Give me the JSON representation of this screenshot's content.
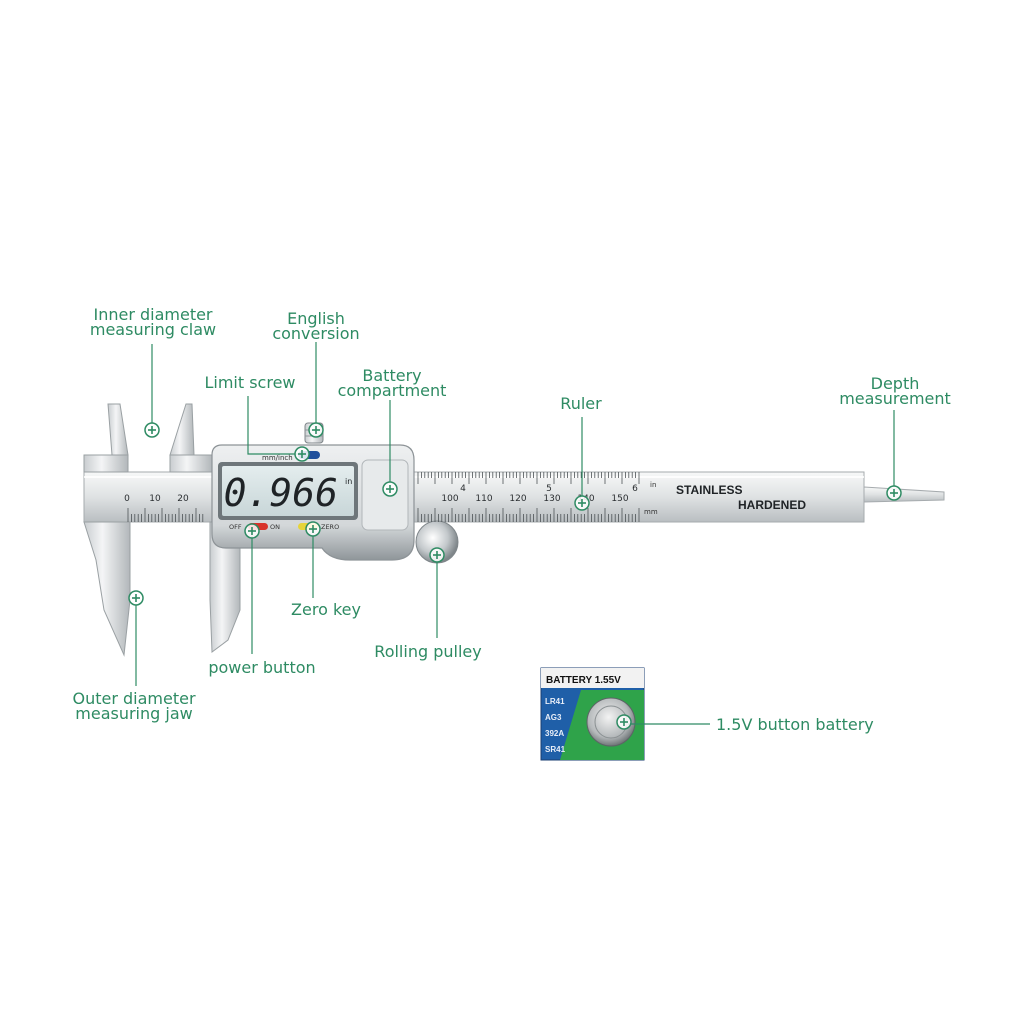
{
  "labels": {
    "inner_claw": [
      "Inner diameter",
      "measuring claw"
    ],
    "english": [
      "English",
      "conversion"
    ],
    "limit_screw": "Limit screw",
    "battery_comp": [
      "Battery",
      "compartment"
    ],
    "ruler": "Ruler",
    "depth": [
      "Depth",
      "measurement"
    ],
    "zero_key": "Zero key",
    "rolling_pulley": "Rolling pulley",
    "power_button": "power button",
    "outer_jaw": [
      "Outer diameter",
      "measuring jaw"
    ],
    "button_battery": "1.5V button battery"
  },
  "caliper": {
    "display_value": "0.966",
    "display_unit": "in",
    "unit_switch": "mm/inch",
    "off": "OFF",
    "on": "ON",
    "zero": "ZERO",
    "stainless": "STAINLESS",
    "hardened": "HARDENED",
    "scale_in_unit": "in",
    "scale_mm_unit": "mm",
    "scale_mm_left": [
      "0",
      "10",
      "20"
    ],
    "scale_mm_right": [
      "100",
      "110",
      "120",
      "130",
      "140",
      "150"
    ],
    "scale_in": [
      "4",
      "5",
      "6"
    ]
  },
  "battery_card": {
    "header": "BATTERY  1.55V",
    "codes": [
      "LR41",
      "AG3",
      "392A",
      "SR41"
    ]
  },
  "colors": {
    "label": "#2e8b63",
    "steel_light": "#e9ebec",
    "steel_dark": "#9da3a7",
    "lcd": "#d7e3e4",
    "card_blue": "#1f5fa8",
    "card_green": "#2fa34a",
    "off_button": "#d8332b",
    "zero_button": "#e6d43a"
  }
}
